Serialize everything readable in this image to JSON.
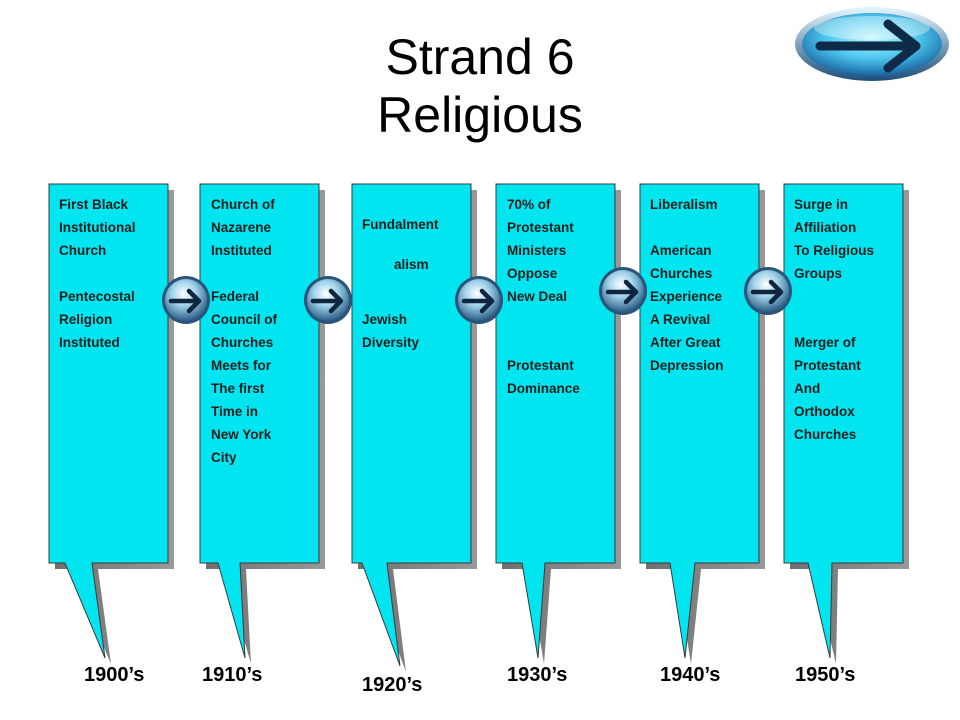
{
  "title": {
    "line1": "Strand 6",
    "line2": "Religious"
  },
  "colors": {
    "callout_fill": "#00e5f0",
    "callout_shadow": "#7f7f7f",
    "button_blue": "#2f6fa8"
  },
  "icons": {
    "next": "arrow-right-icon",
    "connector": "arrow-right-icon"
  },
  "callouts": [
    {
      "decade": "1900’s",
      "text": "First Black\nInstitutional\nChurch\n\nPentecostal\nReligion\nInstituted"
    },
    {
      "decade": "1910’s",
      "text": "Church of\nNazarene\nInstituted\n\nFederal\nCouncil of\nChurches\nMeets for\nThe first\nTime in\nNew York\nCity"
    },
    {
      "decade": "1920’s",
      "text_a": "Fundalment",
      "text_b": "alism",
      "text_c": "Jewish\nDiversity"
    },
    {
      "decade": "1930’s",
      "text": "70% of\nProtestant\nMinisters\nOppose\nNew Deal\n\n\nProtestant\nDominance"
    },
    {
      "decade": "1940’s",
      "text": "Liberalism\n\nAmerican\nChurches\nExperience\nA Revival\nAfter Great\nDepression"
    },
    {
      "decade": "1950’s",
      "text": "Surge in\nAffiliation\nTo Religious\nGroups\n\n\nMerger of\nProtestant\nAnd\nOrthodox\nChurches"
    }
  ]
}
